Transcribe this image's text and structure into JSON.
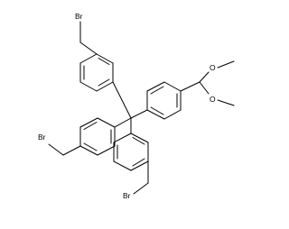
{
  "molecule": {
    "labels": {
      "br_top": "Br",
      "br_left": "Br",
      "br_bottom": "Br",
      "o_upper": "O",
      "o_lower": "O"
    }
  },
  "colors": {
    "bond": "#000000",
    "text": "#000000",
    "background": "#ffffff"
  }
}
